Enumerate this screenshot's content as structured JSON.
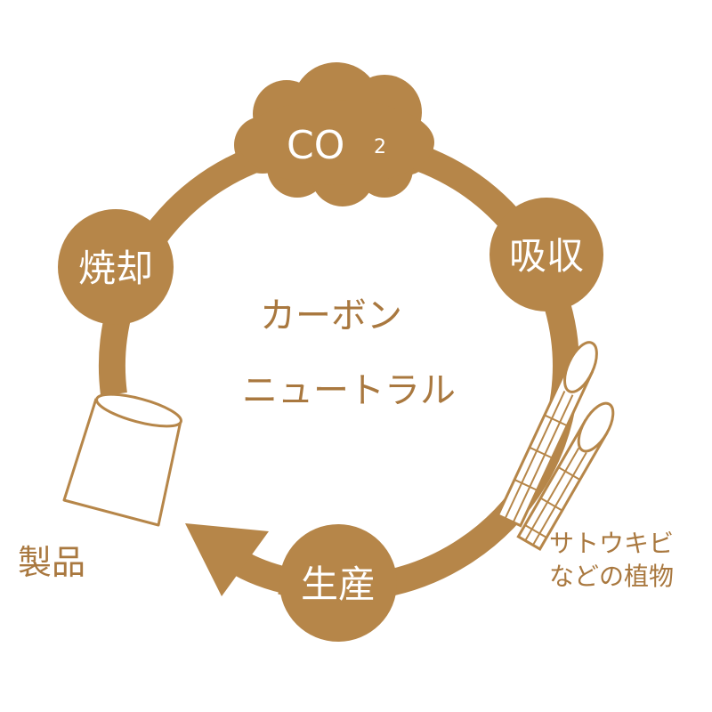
{
  "colors": {
    "ring": "#b68649",
    "node_text": "#ffffff",
    "label_text": "#a9783f",
    "background": "#ffffff"
  },
  "center": {
    "line1": "カーボン",
    "line2": "ニュートラル"
  },
  "nodes": {
    "co2": {
      "main": "CO",
      "sub": "2",
      "icon": "cloud-icon"
    },
    "absorb": {
      "label": "吸収"
    },
    "produce": {
      "label": "生産"
    },
    "incinerate": {
      "label": "焼却"
    }
  },
  "labels": {
    "plants_line1": "サトウキビ",
    "plants_line2": "などの植物",
    "products": "製品"
  },
  "icons": {
    "sugarcane": "sugarcane-icon",
    "product": "product-container-icon",
    "arrow": "cycle-arrow-icon"
  }
}
